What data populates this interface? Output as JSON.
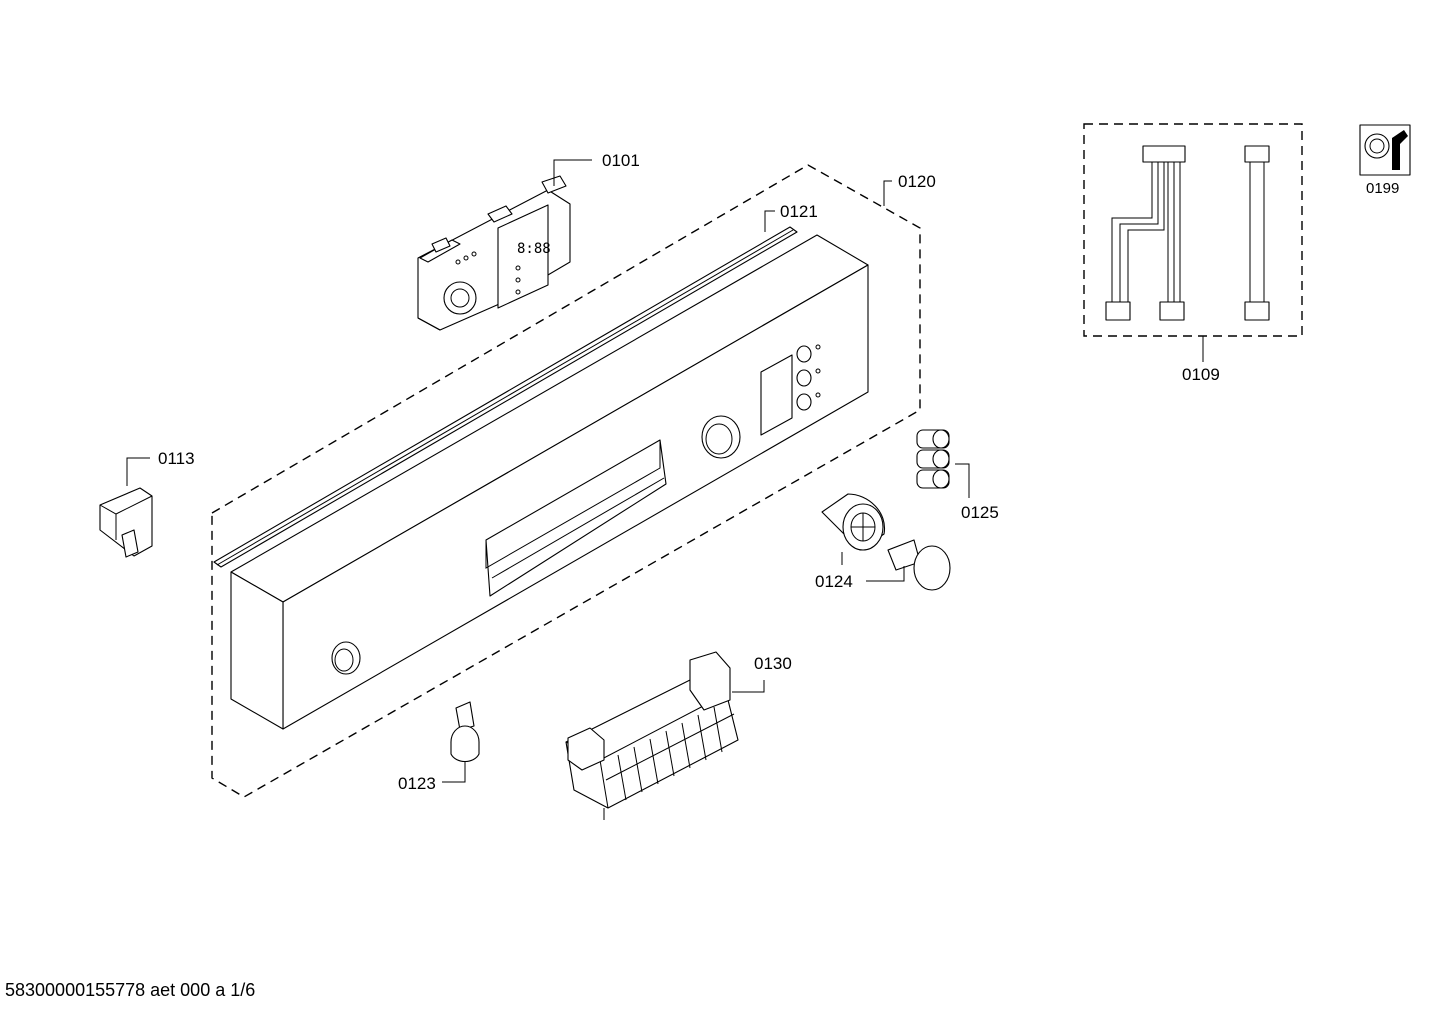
{
  "labels": {
    "p0101": "0101",
    "p0120": "0120",
    "p0121": "0121",
    "p0113": "0113",
    "p0125": "0125",
    "p0124": "0124",
    "p0130": "0130",
    "p0123": "0123",
    "p0109": "0109",
    "p0199": "0199"
  },
  "footer": "58300000155778 aet 000 a 1/6"
}
